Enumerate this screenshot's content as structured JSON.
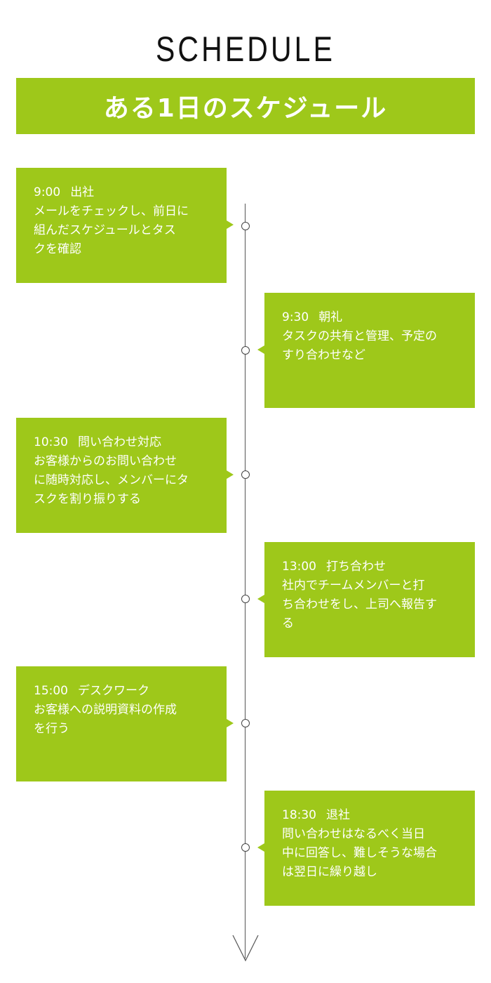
{
  "heading": "SCHEDULE",
  "banner": "ある1日のスケジュール",
  "schedule": [
    {
      "time": "9:00",
      "title": "出社",
      "body": "メールをチェックし、前日に\n組んだスケジュールとタス\nクを確認"
    },
    {
      "time": "9:30",
      "title": "朝礼",
      "body": "タスクの共有と管理、予定の\nすり合わせなど"
    },
    {
      "time": "10:30",
      "title": "問い合わせ対応",
      "body": "お客様からのお問い合わせ\nに随時対応し、メンバーにタ\nスクを割り振りする"
    },
    {
      "time": "13:00",
      "title": "打ち合わせ",
      "body": "社内でチームメンバーと打\nち合わせをし、上司へ報告す\nる"
    },
    {
      "time": "15:00",
      "title": "デスクワーク",
      "body": "お客様への説明資料の作成\nを行う"
    },
    {
      "time": "18:30",
      "title": "退社",
      "body": "問い合わせはなるべく当日\n中に回答し、難しそうな場合\nは翌日に繰り越し"
    }
  ],
  "colors": {
    "accent": "#9ec81a",
    "line": "#555555"
  }
}
